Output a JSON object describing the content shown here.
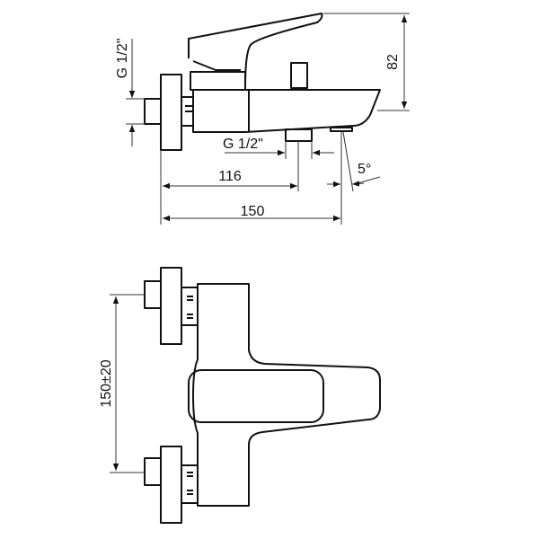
{
  "side_view": {
    "dim_height": "82",
    "dim_inlet_thread": "G 1/2\"",
    "dim_outlet_thread": "G 1/2\"",
    "dim_outlet_distance": "116",
    "dim_depth": "150",
    "dim_angle": "5°"
  },
  "top_view": {
    "dim_center_distance": "150±20"
  },
  "colors": {
    "line": "#111111",
    "background": "#ffffff"
  }
}
